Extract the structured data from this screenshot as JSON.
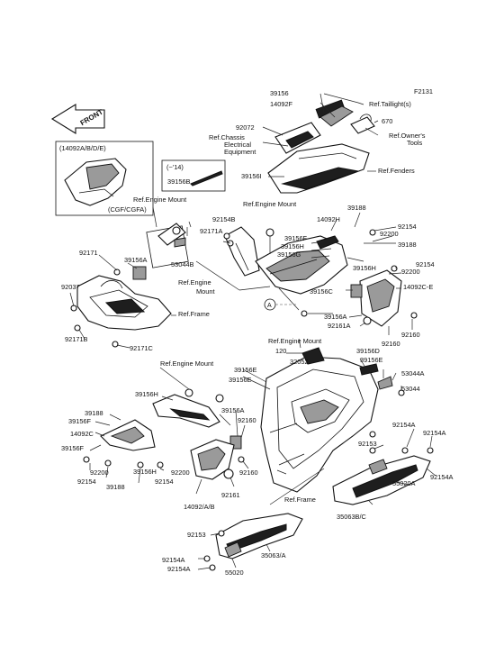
{
  "figure_code": "F2131",
  "front_badge": "FRONT",
  "inset_14092": {
    "header": "(14092A/B/D/E)",
    "footer": "(CGF/CGFA)"
  },
  "inset_39156b": {
    "header": "(~'14)",
    "part": "39156B"
  },
  "ref_labels": {
    "taillights": "Ref.Taillight(s)",
    "chassis_1": "Ref.Chassis",
    "chassis_2": "Electrical",
    "chassis_3": "Equipment",
    "owners_1": "Ref.Owner's",
    "owners_2": "Tools",
    "fenders": "Ref.Fenders",
    "engine_mount_a": "Ref.Engine Mount",
    "engine_mount_b": "Ref.Engine Mount",
    "engine_mount_c1": "Ref.Engine",
    "engine_mount_c2": "Mount",
    "engine_mount_d": "Ref.Engine Mount",
    "engine_mount_e": "Ref.Engine Mount",
    "frame_a": "Ref.Frame",
    "frame_b": "Ref.Frame"
  },
  "callout_marker": "A",
  "part_labels": {
    "p_39156_top": "39156",
    "p_14092f": "14092F",
    "p_92072": "92072",
    "p_670": "670",
    "p_39156i": "39156I",
    "p_92154b": "92154B",
    "p_92171a": "92171A",
    "p_53044b": "53044B",
    "p_14092h": "14092H",
    "p_39188_a": "39188",
    "p_92154_a": "92154",
    "p_92200_a": "92200",
    "p_39156f_a": "39156F",
    "p_39156h_a": "39156H",
    "p_39156g": "39156G",
    "p_39188_b": "39188",
    "p_39156h_b": "39156H",
    "p_92154_b": "92154",
    "p_92200_b": "92200",
    "p_14092ce": "14092C-E",
    "p_39156c": "39156C",
    "p_39156a_a": "39156A",
    "p_92161a": "92161A",
    "p_92160_a": "92160",
    "p_92160_b": "92160",
    "p_92171": "92171",
    "p_39156a_b": "39156A",
    "p_92037": "92037",
    "p_92171b": "92171B",
    "p_92171c": "92171C",
    "p_120": "120",
    "p_32052": "32052",
    "p_39156d": "39156D",
    "p_39156e_a": "39156E",
    "p_39156e_b": "39156E",
    "p_39156e_c": "39156E",
    "p_53044a": "53044A",
    "p_53044": "53044",
    "p_39156h_c": "39156H",
    "p_39188_c": "39188",
    "p_39156f_b": "39156F",
    "p_14092c": "14092C",
    "p_39156f_c": "39156F",
    "p_92200_c": "92200",
    "p_92154_c": "92154",
    "p_39156h_d": "39156H",
    "p_39188_d": "39188",
    "p_92200_d": "92200",
    "p_92154_d": "92154",
    "p_39156a_c": "39156A",
    "p_92160_c": "92160",
    "p_92160_d": "92160",
    "p_14092ab": "14092/A/B",
    "p_92161": "92161",
    "p_92154a_a": "92154A",
    "p_92154a_b": "92154A",
    "p_92154a_c": "92154A",
    "p_92153_a": "92153",
    "p_55020a": "55020A",
    "p_35063bc": "35063B/C",
    "p_92153_b": "92153",
    "p_35063a": "35063/A",
    "p_92154a_d": "92154A",
    "p_92154a_e": "92154A",
    "p_55020": "55020"
  }
}
